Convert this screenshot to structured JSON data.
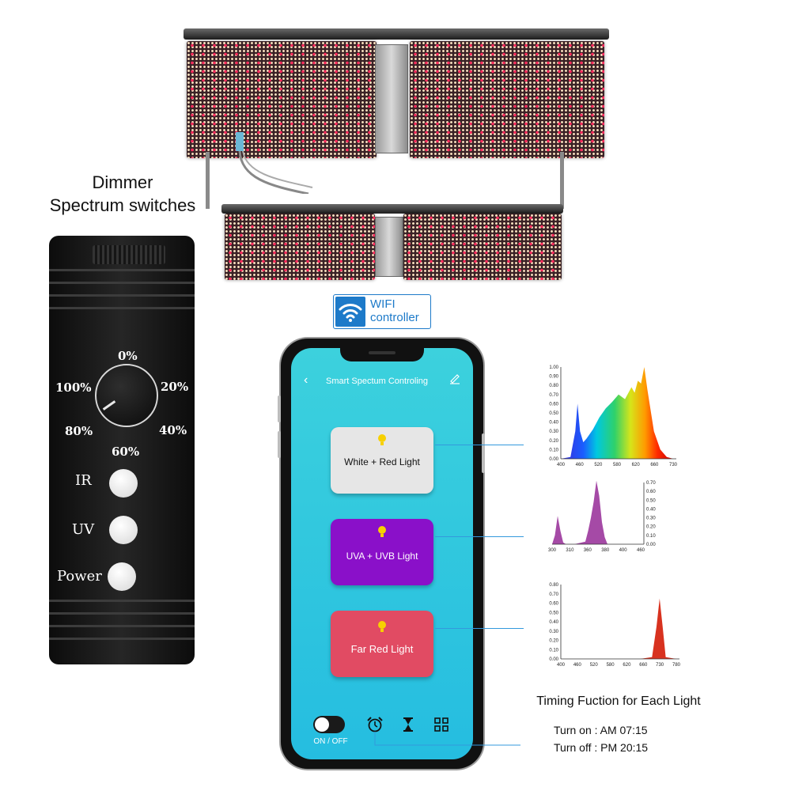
{
  "dimmer": {
    "title_line1": "Dimmer",
    "title_line2": "Spectrum switches",
    "dial_labels": {
      "p0": "0%",
      "p20": "20%",
      "p40": "40%",
      "p60": "60%",
      "p80": "80%",
      "p100": "100%"
    },
    "buttons": {
      "ir": "IR",
      "uv": "UV",
      "power": "Power"
    }
  },
  "wifi_badge": {
    "line1": "WIFI",
    "line2": "controller"
  },
  "app": {
    "title": "Smart Spectum Controling",
    "cards": [
      {
        "label": "White + Red Light",
        "color": "#e6e6e6",
        "text_color": "#111111"
      },
      {
        "label": "UVA + UVB Light",
        "color": "#8a10c9",
        "text_color": "#ffffff"
      },
      {
        "label": "Far  Red  Light",
        "color": "#e14b63",
        "text_color": "#ffffff"
      }
    ],
    "toggle_label": "ON / OFF",
    "icons": [
      "alarm-clock-icon",
      "hourglass-icon",
      "grid-icon"
    ]
  },
  "timing": {
    "title": "Timing Fuction for Each Light",
    "turn_on": "Turn on : AM 07:15",
    "turn_off": "Turn off : PM 20:15"
  },
  "chart_data": [
    {
      "type": "area",
      "x": [
        400,
        430,
        445,
        452,
        460,
        470,
        480,
        500,
        520,
        540,
        560,
        580,
        600,
        620,
        630,
        640,
        650,
        660,
        670,
        690,
        710,
        730,
        750
      ],
      "y": [
        0,
        0.02,
        0.3,
        0.6,
        0.3,
        0.18,
        0.22,
        0.32,
        0.45,
        0.55,
        0.62,
        0.7,
        0.65,
        0.78,
        0.72,
        0.85,
        0.82,
        1.0,
        0.75,
        0.3,
        0.1,
        0.02,
        0
      ],
      "xticks": [
        "400",
        "460",
        "520",
        "580",
        "620",
        "660",
        "730"
      ],
      "yticks": [
        "0.00",
        "0.10",
        "0.20",
        "0.30",
        "0.40",
        "0.50",
        "0.60",
        "0.70",
        "0.80",
        "0.90",
        "1.00"
      ],
      "ylim": [
        0,
        1.0
      ],
      "fill": "spectrum"
    },
    {
      "type": "area",
      "x": [
        300,
        305,
        310,
        315,
        320,
        325,
        340,
        360,
        365,
        370,
        375,
        380,
        385,
        390,
        395,
        400,
        460
      ],
      "y": [
        0,
        0.1,
        0.32,
        0.15,
        0.02,
        0,
        0,
        0.03,
        0.15,
        0.3,
        0.48,
        0.72,
        0.55,
        0.25,
        0.08,
        0,
        0
      ],
      "xticks": [
        "300",
        "310",
        "360",
        "380",
        "400",
        "460"
      ],
      "yticks": [
        "0.00",
        "0.10",
        "0.20",
        "0.30",
        "0.40",
        "0.50",
        "0.60",
        "0.70"
      ],
      "ylim": [
        0,
        0.7
      ],
      "fill": "#a54aa6"
    },
    {
      "type": "area",
      "x": [
        400,
        660,
        700,
        715,
        725,
        735,
        745,
        780
      ],
      "y": [
        0,
        0,
        0.02,
        0.35,
        0.65,
        0.35,
        0.02,
        0
      ],
      "xticks": [
        "400",
        "460",
        "520",
        "580",
        "620",
        "660",
        "730",
        "780"
      ],
      "yticks": [
        "0.00",
        "0.10",
        "0.20",
        "0.30",
        "0.40",
        "0.50",
        "0.60",
        "0.70",
        "0.80"
      ],
      "ylim": [
        0,
        0.8
      ],
      "fill": "#d8321f"
    }
  ]
}
